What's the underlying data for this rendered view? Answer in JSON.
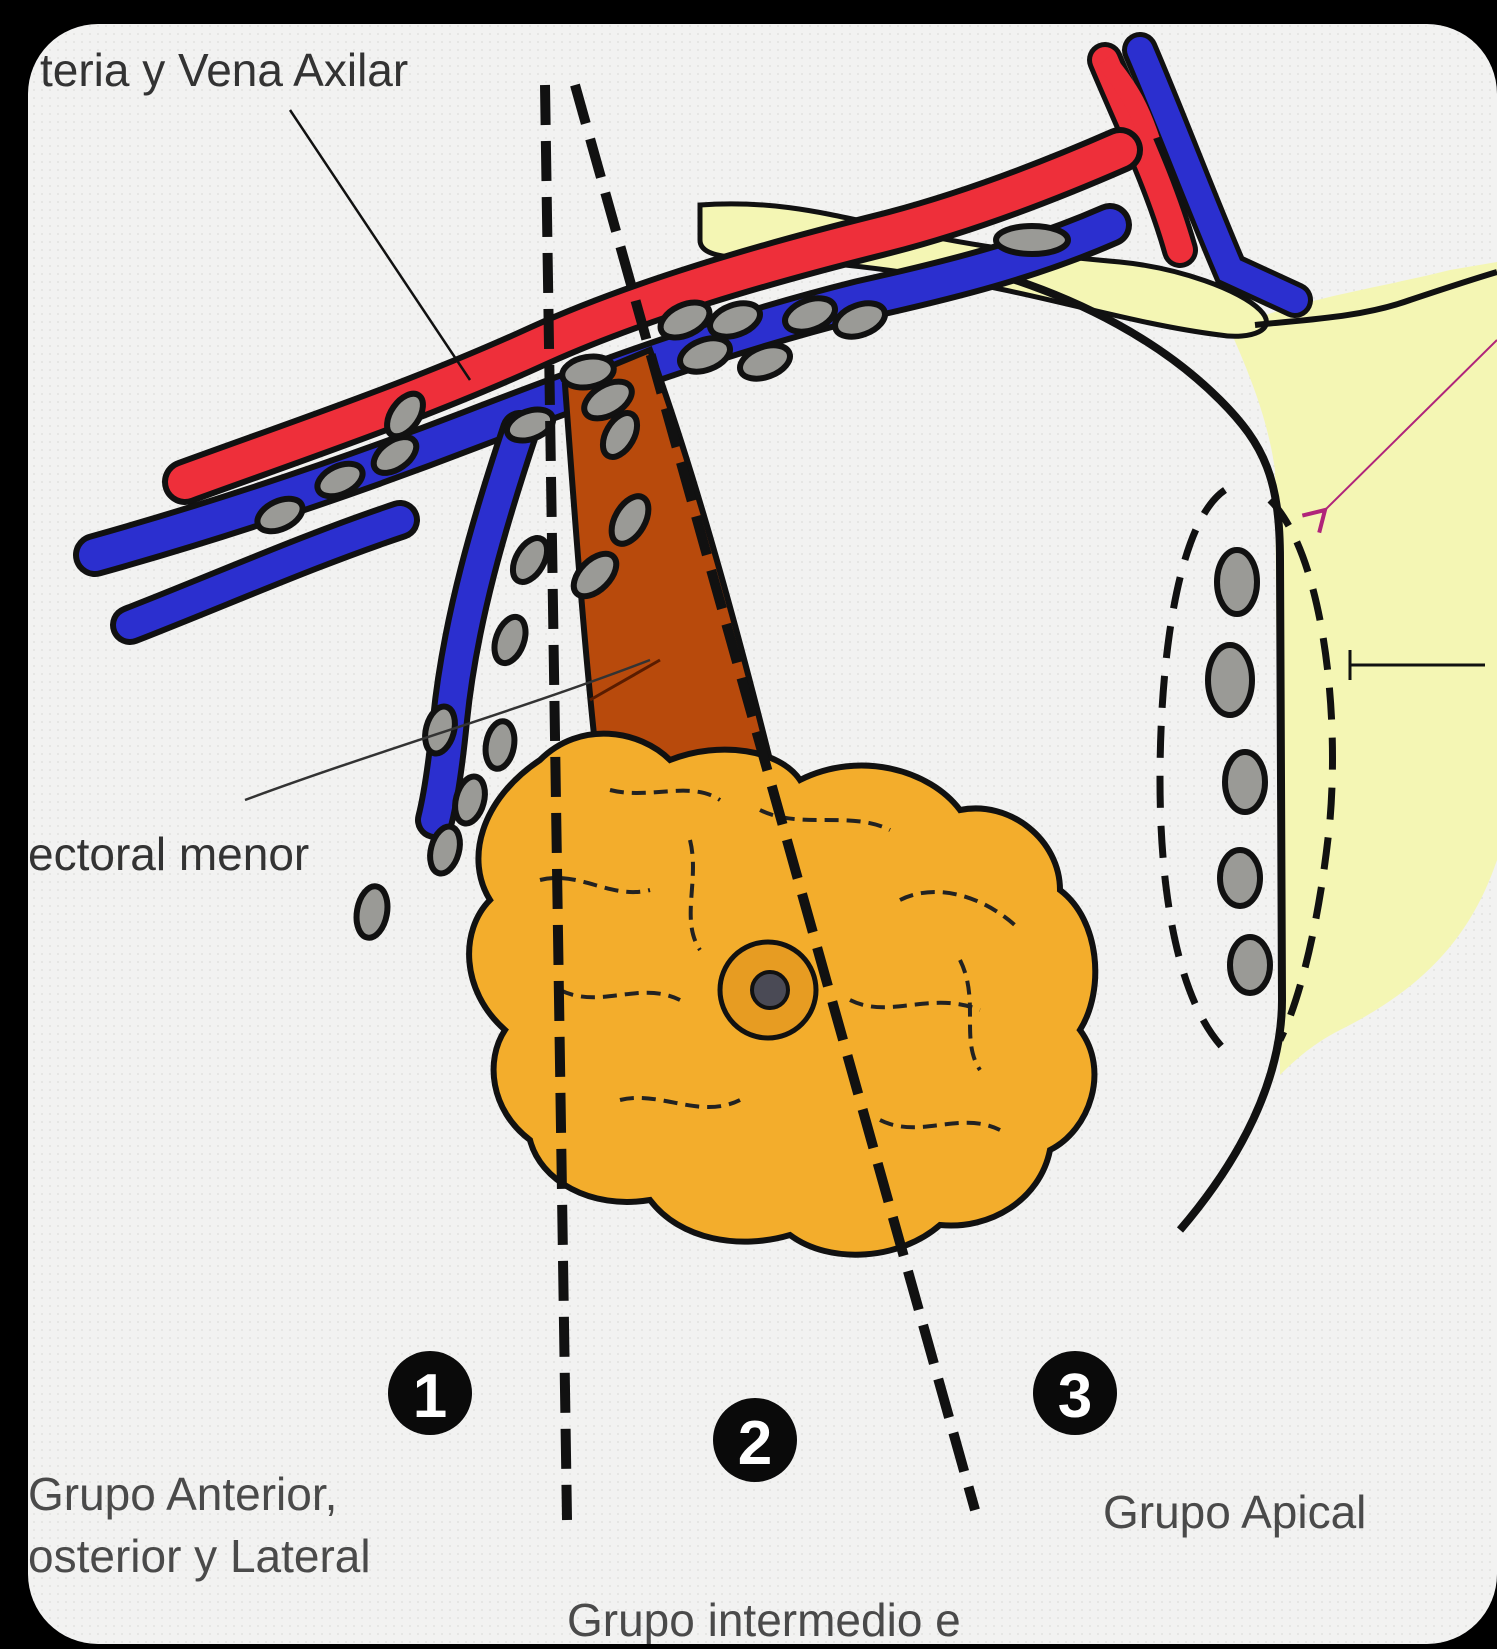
{
  "labels": {
    "vessels": "teria y Vena Axilar",
    "muscle": "ectoral menor",
    "group_anterior_line1": "Grupo Anterior,",
    "group_anterior_line2": "osterior y Lateral",
    "group_apical": "Grupo Apical",
    "group_intermediate": "Grupo intermedio e"
  },
  "levels": [
    "1",
    "2",
    "3"
  ],
  "colors": {
    "background": "#000000",
    "panel": "#f2f2f1",
    "artery": "#ee2f3a",
    "vein": "#2b2fcf",
    "node": "#9a9a96",
    "muscle": "#b84a0c",
    "gland": "#f3ad2c",
    "chest_wall": "#f4f6b4",
    "pointer_arrow": "#b0247a"
  }
}
